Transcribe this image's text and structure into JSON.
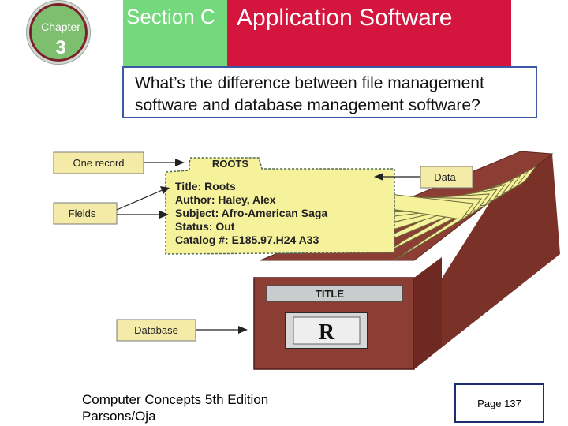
{
  "header": {
    "chapter_label": "Chapter",
    "chapter_number": "3",
    "section_label": "Section C",
    "title": "Application Software"
  },
  "question": {
    "line1": "What’s the difference between file management",
    "line2": "software and database management software?"
  },
  "illustration": {
    "callouts": {
      "one_record": "One record",
      "fields": "Fields",
      "data": "Data",
      "database": "Database"
    },
    "card": {
      "heading": "ROOTS",
      "lines": [
        "Title: Roots",
        "Author: Haley, Alex",
        "Subject: Afro-American Saga",
        "Status: Out",
        "Catalog #: E185.97.H24 A33"
      ]
    },
    "drawer": {
      "title_label": "TITLE",
      "letter": "R"
    }
  },
  "footer": {
    "credit_line1": "Computer Concepts 5th Edition",
    "credit_line2": "Parsons/Oja",
    "page": "Page 137"
  },
  "colors": {
    "header_green": "#74d97c",
    "header_red": "#d4153d",
    "question_border": "#3b57a6",
    "callout_fill": "#f4eba8",
    "card_fill": "#f6f19b",
    "cabinet_wood": "#8c3e34"
  }
}
